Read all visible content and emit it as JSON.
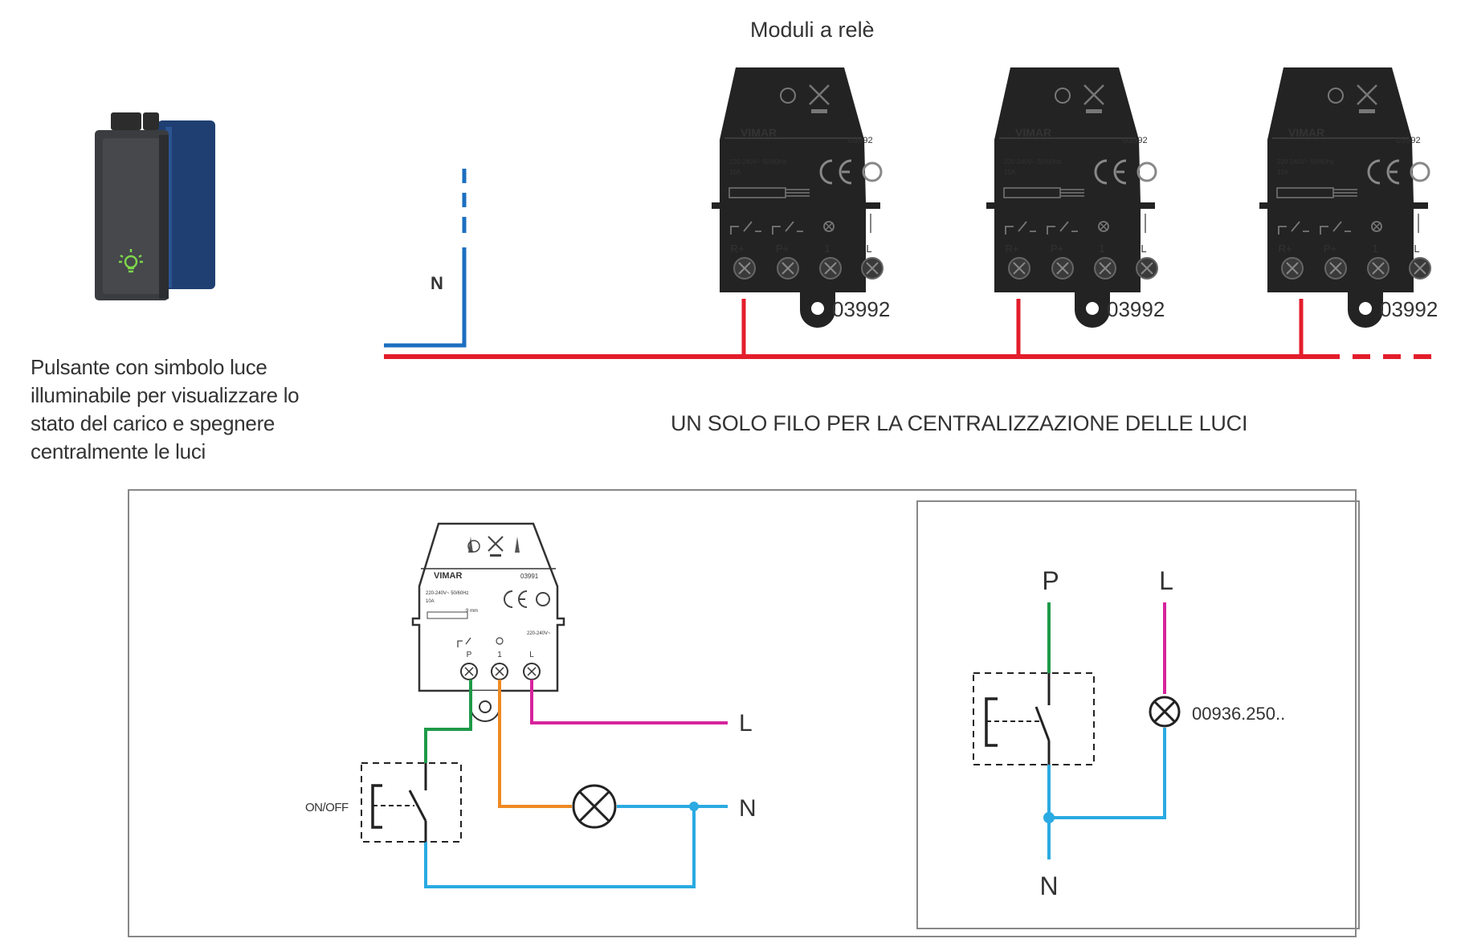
{
  "header": {
    "relay_modules_title": "Moduli a relè"
  },
  "pushbutton": {
    "description": "Pulsante con simbolo luce illuminabile per visualizzare lo stato del carico e spegnere centralmente le luci"
  },
  "centralization": {
    "neutral_label": "N",
    "caption": "UN SOLO FILO PER LA CENTRALIZZAZIONE DELLE LUCI",
    "modules": [
      {
        "code": "03992",
        "brand": "VIMAR",
        "print_code": "03992",
        "rating": "220-240V~ 50/60Hz",
        "rating2": "10A",
        "terminals": [
          "R+",
          "P+",
          "1",
          "L"
        ]
      },
      {
        "code": "03992",
        "brand": "VIMAR",
        "print_code": "03992",
        "rating": "220-240V~ 50/60Hz",
        "rating2": "10A",
        "terminals": [
          "R+",
          "P+",
          "1",
          "L"
        ]
      },
      {
        "code": "03992",
        "brand": "VIMAR",
        "print_code": "03992",
        "rating": "220-240V~ 50/60Hz",
        "rating2": "10A",
        "terminals": [
          "R+",
          "P+",
          "1",
          "L"
        ]
      }
    ]
  },
  "wiring_diagram": {
    "module": {
      "brand": "VIMAR",
      "code": "03991",
      "rating": "220-240V~ 50/60Hz",
      "rating2": "10A",
      "voltage": "220-240V~",
      "terminals": [
        "P",
        "1",
        "L"
      ]
    },
    "switch_label": "ON/OFF",
    "line_label": "L",
    "neutral_label": "N"
  },
  "schematic": {
    "p_label": "P",
    "l_label": "L",
    "n_label": "N",
    "lamp_code": "00936.250.."
  },
  "colors": {
    "phase_red": "#e31d2c",
    "neutral_blue": "#1c6fc0",
    "light_blue": "#2aaae2",
    "green": "#1e9a48",
    "orange": "#ef8a23",
    "magenta": "#d6249c",
    "module_black": "#232323",
    "led_green": "#7dd64a"
  }
}
